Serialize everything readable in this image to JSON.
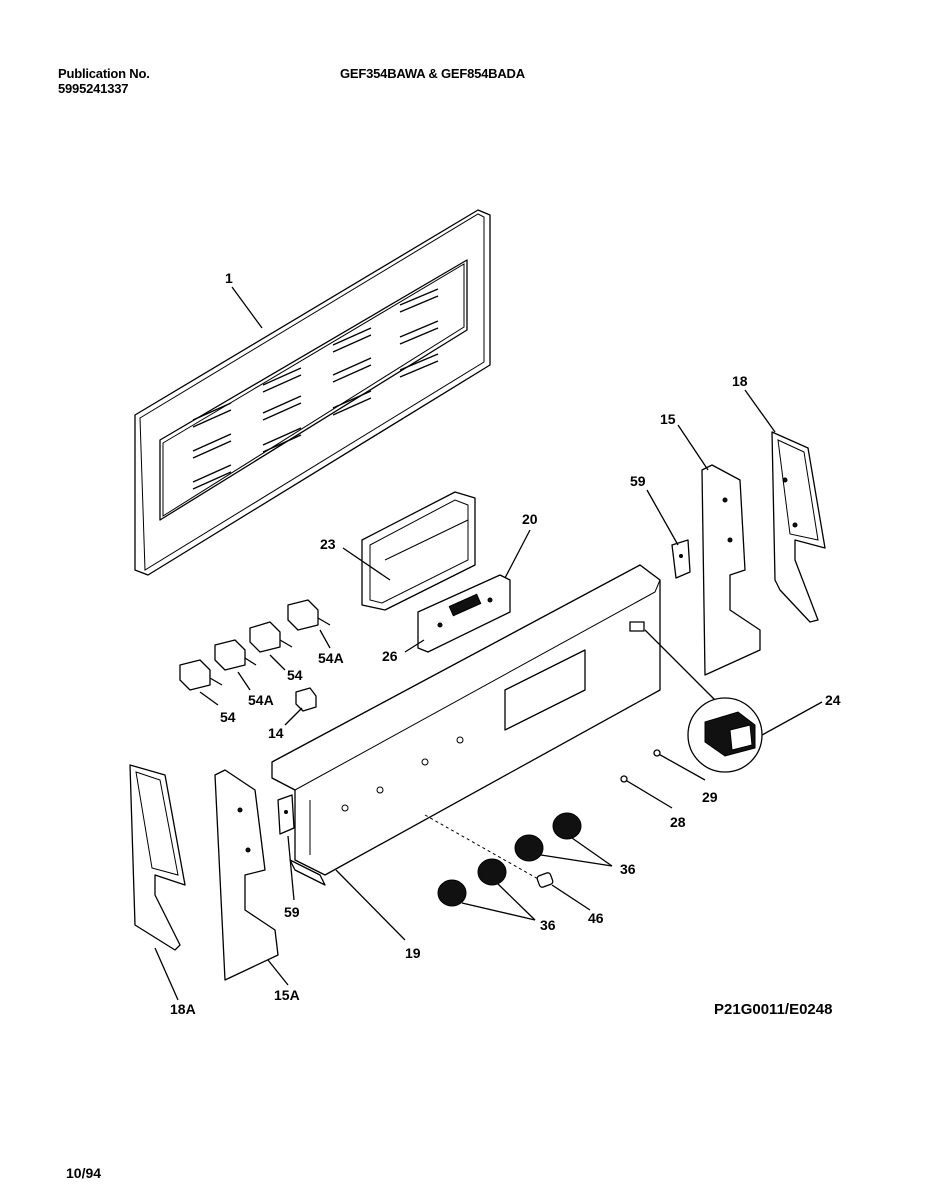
{
  "header": {
    "publication_label": "Publication No.",
    "publication_number": "5995241337",
    "models": "GEF354BAWA & GEF854BADA"
  },
  "diagram_code": "P21G0011/E0248",
  "footer_date": "10/94",
  "callouts": {
    "c1": "1",
    "c18": "18",
    "c15": "15",
    "c59a": "59",
    "c20": "20",
    "c23": "23",
    "c26": "26",
    "c54Aa": "54A",
    "c54a": "54",
    "c54Ab": "54A",
    "c54b": "54",
    "c14": "14",
    "c24": "24",
    "c29": "29",
    "c28": "28",
    "c36a": "36",
    "c36b": "36",
    "c46": "46",
    "c19": "19",
    "c59b": "59",
    "c18A": "18A",
    "c15A": "15A"
  }
}
